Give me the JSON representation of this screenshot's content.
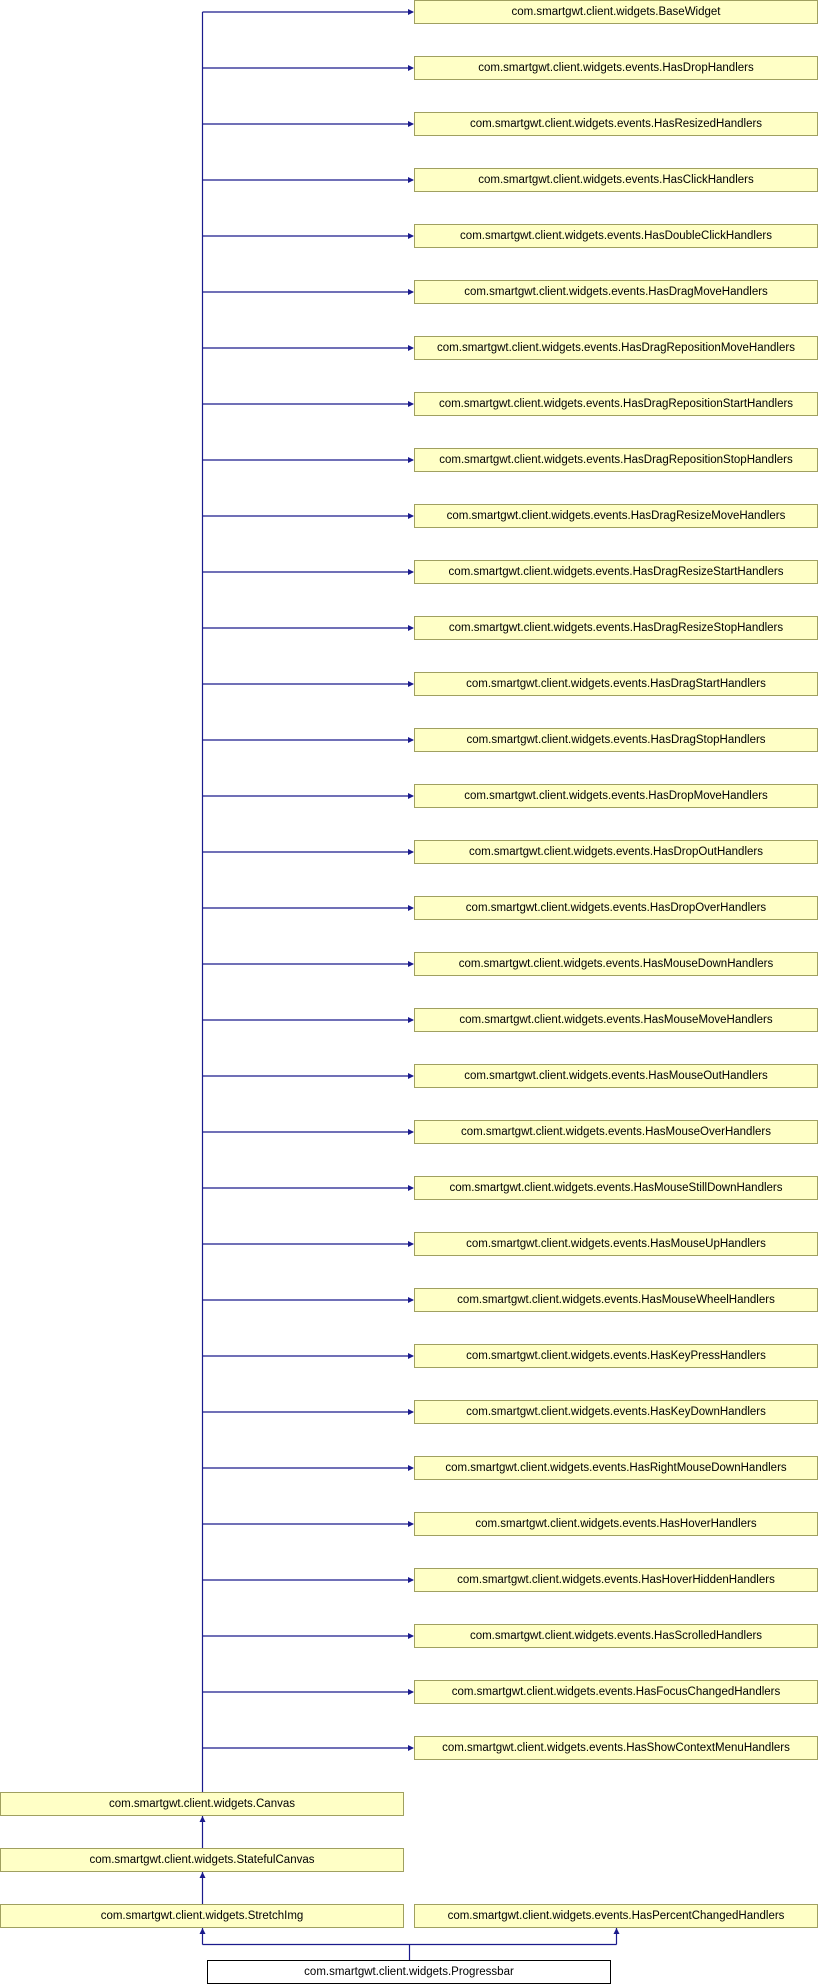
{
  "diagram": {
    "type": "class-inheritance-graph",
    "colors": {
      "node_fill": "#ffffc6",
      "node_border": "#a0a060",
      "focus_fill": "#ffffff",
      "focus_border": "#000000",
      "edge": "#1a1a8c"
    },
    "focus_class": {
      "name": "com.smartgwt.client.widgets.Progressbar"
    },
    "ancestors_chain": [
      {
        "name": "com.smartgwt.client.widgets.StretchImg"
      },
      {
        "name": "com.smartgwt.client.widgets.StatefulCanvas"
      },
      {
        "name": "com.smartgwt.client.widgets.Canvas"
      }
    ],
    "direct_interfaces": [
      {
        "name": "com.smartgwt.client.widgets.events.HasPercentChangedHandlers"
      }
    ],
    "canvas_supertypes": [
      {
        "name": "com.smartgwt.client.widgets.BaseWidget"
      },
      {
        "name": "com.smartgwt.client.widgets.events.HasDropHandlers"
      },
      {
        "name": "com.smartgwt.client.widgets.events.HasResizedHandlers"
      },
      {
        "name": "com.smartgwt.client.widgets.events.HasClickHandlers"
      },
      {
        "name": "com.smartgwt.client.widgets.events.HasDoubleClickHandlers"
      },
      {
        "name": "com.smartgwt.client.widgets.events.HasDragMoveHandlers"
      },
      {
        "name": "com.smartgwt.client.widgets.events.HasDragRepositionMoveHandlers"
      },
      {
        "name": "com.smartgwt.client.widgets.events.HasDragRepositionStartHandlers"
      },
      {
        "name": "com.smartgwt.client.widgets.events.HasDragRepositionStopHandlers"
      },
      {
        "name": "com.smartgwt.client.widgets.events.HasDragResizeMoveHandlers"
      },
      {
        "name": "com.smartgwt.client.widgets.events.HasDragResizeStartHandlers"
      },
      {
        "name": "com.smartgwt.client.widgets.events.HasDragResizeStopHandlers"
      },
      {
        "name": "com.smartgwt.client.widgets.events.HasDragStartHandlers"
      },
      {
        "name": "com.smartgwt.client.widgets.events.HasDragStopHandlers"
      },
      {
        "name": "com.smartgwt.client.widgets.events.HasDropMoveHandlers"
      },
      {
        "name": "com.smartgwt.client.widgets.events.HasDropOutHandlers"
      },
      {
        "name": "com.smartgwt.client.widgets.events.HasDropOverHandlers"
      },
      {
        "name": "com.smartgwt.client.widgets.events.HasMouseDownHandlers"
      },
      {
        "name": "com.smartgwt.client.widgets.events.HasMouseMoveHandlers"
      },
      {
        "name": "com.smartgwt.client.widgets.events.HasMouseOutHandlers"
      },
      {
        "name": "com.smartgwt.client.widgets.events.HasMouseOverHandlers"
      },
      {
        "name": "com.smartgwt.client.widgets.events.HasMouseStillDownHandlers"
      },
      {
        "name": "com.smartgwt.client.widgets.events.HasMouseUpHandlers"
      },
      {
        "name": "com.smartgwt.client.widgets.events.HasMouseWheelHandlers"
      },
      {
        "name": "com.smartgwt.client.widgets.events.HasKeyPressHandlers"
      },
      {
        "name": "com.smartgwt.client.widgets.events.HasKeyDownHandlers"
      },
      {
        "name": "com.smartgwt.client.widgets.events.HasRightMouseDownHandlers"
      },
      {
        "name": "com.smartgwt.client.widgets.events.HasHoverHandlers"
      },
      {
        "name": "com.smartgwt.client.widgets.events.HasHoverHiddenHandlers"
      },
      {
        "name": "com.smartgwt.client.widgets.events.HasScrolledHandlers"
      },
      {
        "name": "com.smartgwt.client.widgets.events.HasFocusChangedHandlers"
      },
      {
        "name": "com.smartgwt.client.widgets.events.HasShowContextMenuHandlers"
      }
    ]
  }
}
